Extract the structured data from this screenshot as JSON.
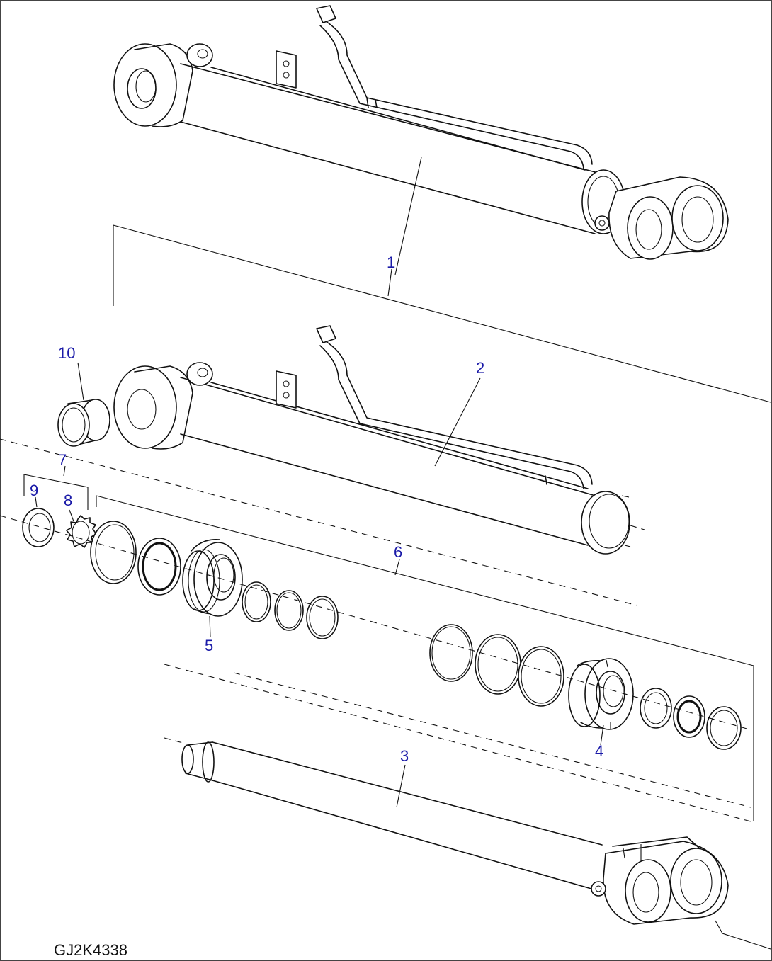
{
  "drawing_code": "GJ2K4338",
  "callouts": [
    {
      "id": "1",
      "label": "1"
    },
    {
      "id": "2",
      "label": "2"
    },
    {
      "id": "3",
      "label": "3"
    },
    {
      "id": "4",
      "label": "4"
    },
    {
      "id": "5",
      "label": "5"
    },
    {
      "id": "6",
      "label": "6"
    },
    {
      "id": "7",
      "label": "7"
    },
    {
      "id": "8",
      "label": "8"
    },
    {
      "id": "9",
      "label": "9"
    },
    {
      "id": "10",
      "label": "10"
    }
  ],
  "colors": {
    "callout": "#1a1aa8",
    "line": "#111111",
    "background": "#ffffff"
  }
}
